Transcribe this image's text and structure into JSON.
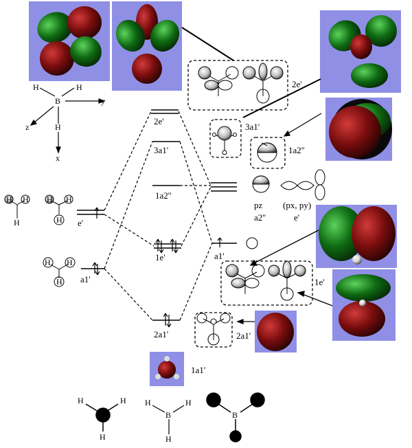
{
  "title": "BH3 MO diagram",
  "orbitals": {
    "e2": "2e'",
    "a3": "3a1'",
    "a2pp": "1a2''",
    "e1": "1e'",
    "a2": "2a1'",
    "a1": "1a1'"
  },
  "boron": {
    "pz": "pz",
    "a2pp": "a2''",
    "pxpy": "(px, py)",
    "eprime": "e'",
    "a1prime": "a1'"
  },
  "h3": {
    "eprime": "e'",
    "a1prime": "a1'"
  },
  "axes": {
    "y": "y",
    "z": "z",
    "x": "x"
  },
  "atoms": {
    "H": "H",
    "B": "B"
  },
  "colors": {
    "panel": "#8f8fe6",
    "red": "#7a0d0d",
    "green": "#0f6b12"
  }
}
